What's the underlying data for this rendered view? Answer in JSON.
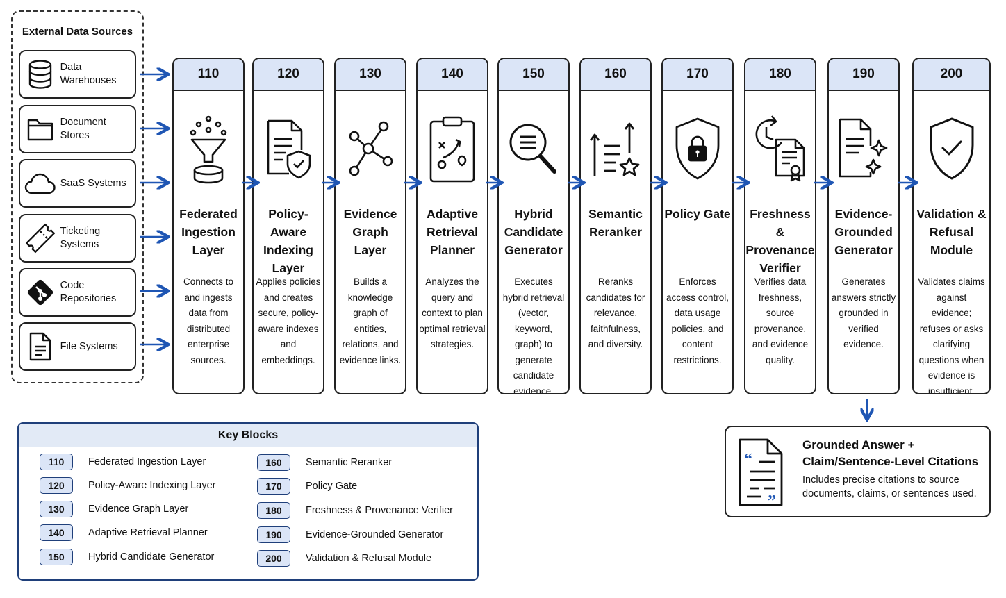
{
  "external_sources": {
    "title": "External Data Sources",
    "items": [
      {
        "label": "Data Warehouses",
        "icon": "database-icon"
      },
      {
        "label": "Document Stores",
        "icon": "folder-icon"
      },
      {
        "label": "SaaS Systems",
        "icon": "cloud-icon"
      },
      {
        "label": "Ticketing Systems",
        "icon": "ticket-icon"
      },
      {
        "label": "Code Repositories",
        "icon": "git-icon"
      },
      {
        "label": "File Systems",
        "icon": "file-icon"
      }
    ]
  },
  "blocks": [
    {
      "id": "110",
      "title": "Federated Ingestion Layer",
      "desc": "Connects to and ingests data from distributed enterprise sources.",
      "icon": "funnel-icon"
    },
    {
      "id": "120",
      "title": "Policy-Aware Indexing Layer",
      "desc": "Applies policies and creates secure, policy-aware indexes and embeddings.",
      "icon": "document-shield-icon"
    },
    {
      "id": "130",
      "title": "Evidence Graph Layer",
      "desc": "Builds a knowledge graph of entities, relations, and evidence links.",
      "icon": "graph-icon"
    },
    {
      "id": "140",
      "title": "Adaptive Retrieval Planner",
      "desc": "Analyzes the query and context to plan optimal retrieval strategies.",
      "icon": "clipboard-plan-icon"
    },
    {
      "id": "150",
      "title": "Hybrid Candidate Generator",
      "desc": "Executes hybrid retrieval (vector, keyword, graph) to generate candidate evidence.",
      "icon": "magnifier-icon"
    },
    {
      "id": "160",
      "title": "Semantic Reranker",
      "desc": "Reranks candidates for relevance, faithfulness, and diversity.",
      "icon": "rank-star-icon"
    },
    {
      "id": "170",
      "title": "Policy Gate",
      "desc": "Enforces access control, data usage policies, and content restrictions.",
      "icon": "shield-lock-icon"
    },
    {
      "id": "180",
      "title": "Freshness & Provenance Verifier",
      "desc": "Verifies data freshness, source provenance, and evidence quality.",
      "icon": "clock-certificate-icon"
    },
    {
      "id": "190",
      "title": "Evidence-Grounded Generator",
      "desc": "Generates answers strictly grounded in verified evidence.",
      "icon": "document-sparkle-icon"
    },
    {
      "id": "200",
      "title": "Validation & Refusal Module",
      "desc": "Validates claims against evidence; refuses or asks clarifying questions when evidence is insufficient.",
      "icon": "shield-check-icon"
    }
  ],
  "key_blocks": {
    "title": "Key Blocks",
    "left": [
      {
        "id": "110",
        "label": "Federated Ingestion Layer"
      },
      {
        "id": "120",
        "label": "Policy-Aware Indexing Layer"
      },
      {
        "id": "130",
        "label": "Evidence Graph Layer"
      },
      {
        "id": "140",
        "label": "Adaptive Retrieval Planner"
      },
      {
        "id": "150",
        "label": "Hybrid Candidate Generator"
      }
    ],
    "right": [
      {
        "id": "160",
        "label": "Semantic Reranker"
      },
      {
        "id": "170",
        "label": "Policy Gate"
      },
      {
        "id": "180",
        "label": "Freshness & Provenance Verifier"
      },
      {
        "id": "190",
        "label": "Evidence-Grounded Generator"
      },
      {
        "id": "200",
        "label": "Validation & Refusal Module"
      }
    ]
  },
  "output": {
    "title": "Grounded Answer + Claim/Sentence-Level Citations",
    "desc": "Includes precise citations to source documents, claims, or sentences used.",
    "icon": "quote-document-icon"
  },
  "colors": {
    "accent": "#1f56b4",
    "header_fill": "#dbe5f7",
    "key_border": "#1f3f7a"
  }
}
